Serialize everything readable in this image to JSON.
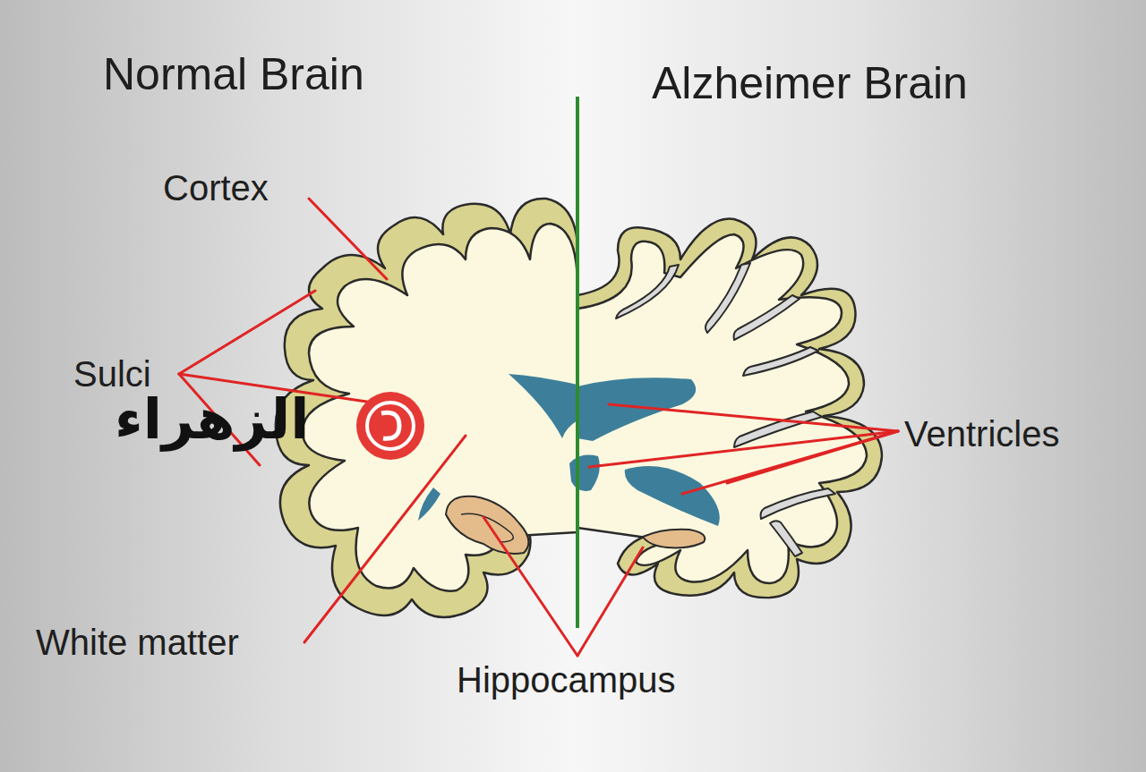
{
  "diagram": {
    "labels": [
      "Normal Brain",
      "Alzheimer Brain",
      "Cortex",
      "Sulci",
      "Ventricles",
      "الزهراء",
      "White matter",
      "Hippocampus"
    ]
  }
}
